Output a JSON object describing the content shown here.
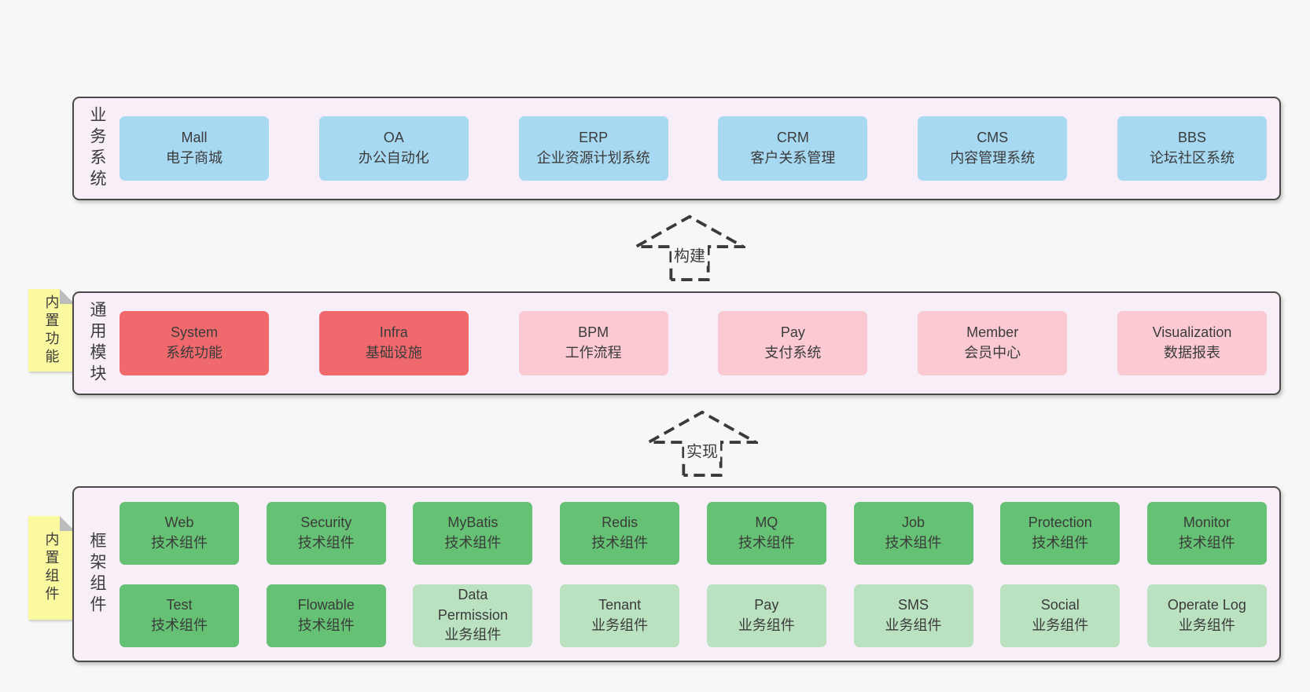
{
  "colors": {
    "page_bg": "#f7f7f7",
    "container_bg": "#f8eef7",
    "container_border": "#4a4a4a",
    "box_blue": "#a8d9f2",
    "box_red": "#f06a6d",
    "box_pink": "#fac9d2",
    "box_green": "#65c173",
    "box_light_green": "#bae2c0",
    "sticky_yellow": "#fbf99f",
    "sticky_fold": "#bcbcbc",
    "arrow_line": "#3a3a3a",
    "text": "#3b3b3b"
  },
  "arrows": [
    {
      "label": "构建"
    },
    {
      "label": "实现"
    }
  ],
  "layers": [
    {
      "label": "业务系统",
      "rows": [
        [
          {
            "en": "Mall",
            "zh": "电子商城",
            "color": "blue"
          },
          {
            "en": "OA",
            "zh": "办公自动化",
            "color": "blue"
          },
          {
            "en": "ERP",
            "zh": "企业资源计划系统",
            "color": "blue"
          },
          {
            "en": "CRM",
            "zh": "客户关系管理",
            "color": "blue"
          },
          {
            "en": "CMS",
            "zh": "内容管理系统",
            "color": "blue"
          },
          {
            "en": "BBS",
            "zh": "论坛社区系统",
            "color": "blue"
          }
        ]
      ]
    },
    {
      "label": "通用模块",
      "sticky": "内置功能",
      "rows": [
        [
          {
            "en": "System",
            "zh": "系统功能",
            "color": "red"
          },
          {
            "en": "Infra",
            "zh": "基础设施",
            "color": "red"
          },
          {
            "en": "BPM",
            "zh": "工作流程",
            "color": "pink"
          },
          {
            "en": "Pay",
            "zh": "支付系统",
            "color": "pink"
          },
          {
            "en": "Member",
            "zh": "会员中心",
            "color": "pink"
          },
          {
            "en": "Visualization",
            "zh": "数据报表",
            "color": "pink"
          }
        ]
      ]
    },
    {
      "label": "框架组件",
      "sticky": "内置组件",
      "rows": [
        [
          {
            "en": "Web",
            "zh": "技术组件",
            "color": "green"
          },
          {
            "en": "Security",
            "zh": "技术组件",
            "color": "green"
          },
          {
            "en": "MyBatis",
            "zh": "技术组件",
            "color": "green"
          },
          {
            "en": "Redis",
            "zh": "技术组件",
            "color": "green"
          },
          {
            "en": "MQ",
            "zh": "技术组件",
            "color": "green"
          },
          {
            "en": "Job",
            "zh": "技术组件",
            "color": "green"
          },
          {
            "en": "Protection",
            "zh": "技术组件",
            "color": "green"
          },
          {
            "en": "Monitor",
            "zh": "技术组件",
            "color": "green"
          }
        ],
        [
          {
            "en": "Test",
            "zh": "技术组件",
            "color": "green"
          },
          {
            "en": "Flowable",
            "zh": "技术组件",
            "color": "green"
          },
          {
            "en": "Data Permission",
            "zh": "业务组件",
            "color": "lightgreen"
          },
          {
            "en": "Tenant",
            "zh": "业务组件",
            "color": "lightgreen"
          },
          {
            "en": "Pay",
            "zh": "业务组件",
            "color": "lightgreen"
          },
          {
            "en": "SMS",
            "zh": "业务组件",
            "color": "lightgreen"
          },
          {
            "en": "Social",
            "zh": "业务组件",
            "color": "lightgreen"
          },
          {
            "en": "Operate Log",
            "zh": "业务组件",
            "color": "lightgreen"
          }
        ]
      ]
    }
  ]
}
